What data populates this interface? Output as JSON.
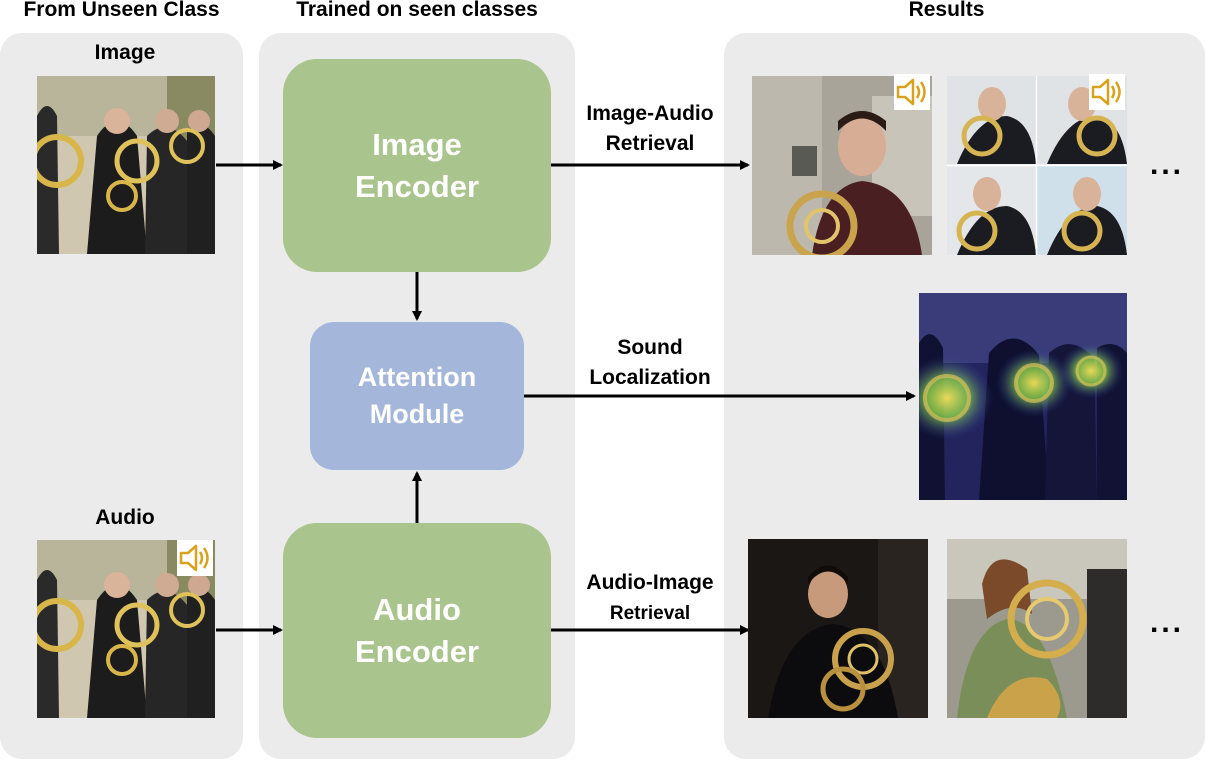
{
  "columns": {
    "left_title": "From Unseen Class",
    "middle_title": "Trained on seen classes",
    "right_title": "Results"
  },
  "inputs": {
    "image_label": "Image",
    "audio_label": "Audio"
  },
  "modules": {
    "image_encoder": [
      "Image",
      "Encoder"
    ],
    "attention_module": [
      "Attention",
      "Module"
    ],
    "audio_encoder": [
      "Audio",
      "Encoder"
    ]
  },
  "edges": {
    "image_audio_retrieval": [
      "Image-Audio",
      "Retrieval"
    ],
    "sound_localization": [
      "Sound",
      "Localization"
    ],
    "audio_image_retrieval": [
      "Audio-Image",
      "Retrieval"
    ]
  },
  "ellipsis": "...",
  "icons": [
    "speaker-icon"
  ],
  "colors": {
    "encoder": "#a9c48c",
    "attention": "#a4b7db",
    "panel": "#ebebeb",
    "speaker": "#d9a21c"
  }
}
